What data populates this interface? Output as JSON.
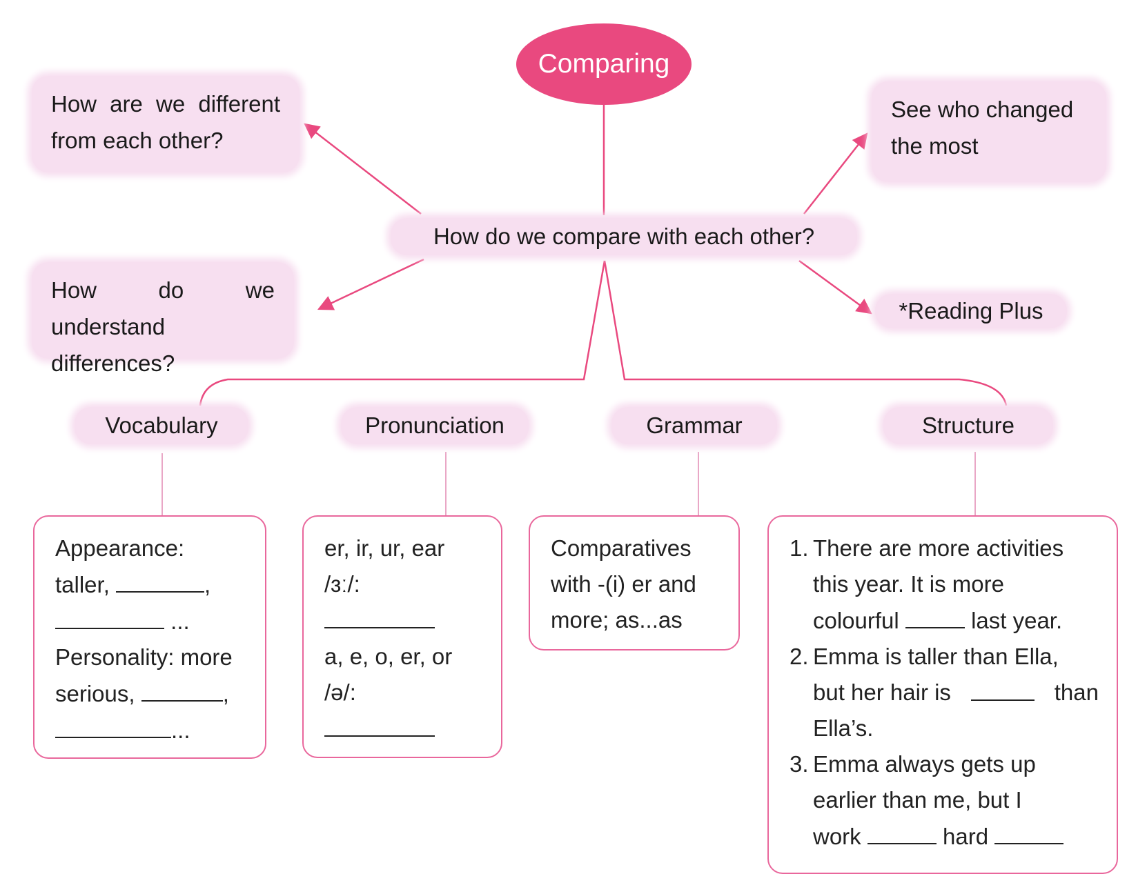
{
  "center_title": "Comparing",
  "main_question": "How do we compare with each other?",
  "branches": {
    "different": "How are we different from each other?",
    "understand": "How do we understand differences?",
    "changed": "See who changed the most",
    "reading_plus": "*Reading Plus"
  },
  "categories": {
    "vocabulary": "Vocabulary",
    "pronunciation": "Pronunciation",
    "grammar": "Grammar",
    "structure": "Structure"
  },
  "vocabulary_box": {
    "appearance_label": "Appearance:",
    "appearance_word": "taller,",
    "ellipsis": "...",
    "personality_label": "Personality: more",
    "personality_word": "serious,",
    "comma": ","
  },
  "pronunciation_box": {
    "group1_letters": "er, ir, ur, ear",
    "group1_sound": "/ɜː/:",
    "group2_letters": "a, e, o, er, or",
    "group2_sound": "/ə/:"
  },
  "grammar_box": {
    "line1": "Comparatives",
    "line2": "with -(i) er and",
    "line3": "more; as...as"
  },
  "structure_box": {
    "items": [
      {
        "num": "1.",
        "l1": "There are more activities",
        "l2": "this year. It is more",
        "l3a": "colourful",
        "l3b": "last year."
      },
      {
        "num": "2.",
        "l1": "Emma is taller than Ella,",
        "l2a": "but her hair is",
        "l2b": "than",
        "l3": "Ella’s."
      },
      {
        "num": "3.",
        "l1": "Emma always gets up",
        "l2": "earlier than me, but I",
        "l3a": "work",
        "l3b": "hard"
      }
    ]
  },
  "colors": {
    "accent": "#e9497f",
    "bubble": "#f7dff0",
    "box_border": "#e9679c"
  }
}
